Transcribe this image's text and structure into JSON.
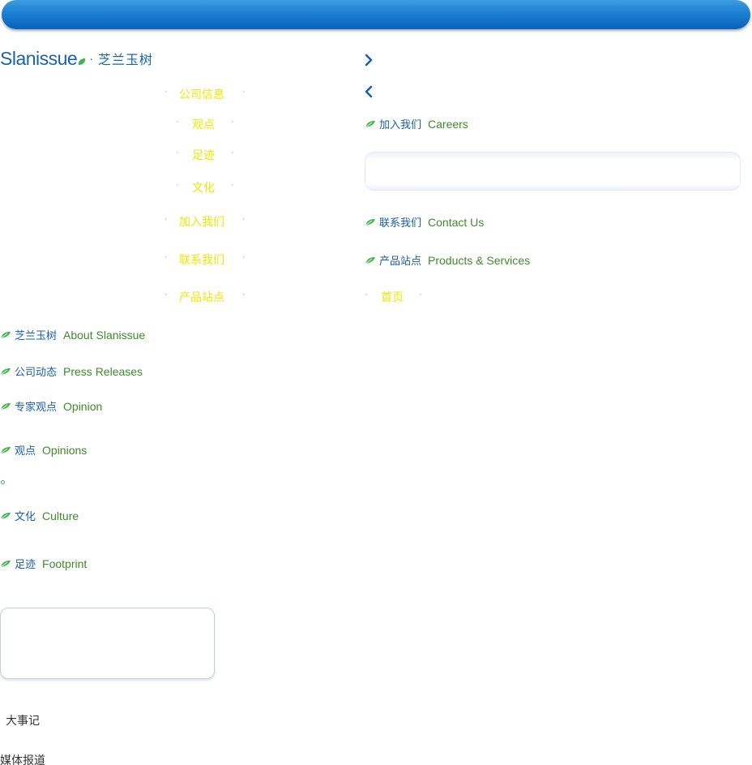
{
  "logo": {
    "en": "Slanissue",
    "cn": "芝兰玉树"
  },
  "arrows": {
    "next": "chevron-right-icon",
    "prev": "chevron-left-icon"
  },
  "center_menu": [
    {
      "label": "公司信息"
    },
    {
      "label": "观点"
    },
    {
      "label": "足迹"
    },
    {
      "label": "文化"
    },
    {
      "label": "加入我们"
    },
    {
      "label": "联系我们"
    },
    {
      "label": "产品站点"
    }
  ],
  "right_menu_home": "首页",
  "right_links": [
    {
      "cn": "加入我们",
      "en": "Careers"
    },
    {
      "cn": "联系我们",
      "en": "Contact Us"
    },
    {
      "cn": "产品站点",
      "en": "Products & Services"
    }
  ],
  "left_links": [
    {
      "cn": "芝兰玉树",
      "en": "About Slanissue"
    },
    {
      "cn": "公司动态",
      "en": "Press Releases"
    },
    {
      "cn": "专家观点",
      "en": "Opinion"
    },
    {
      "cn": "观点",
      "en": "Opinions"
    },
    {
      "cn": "文化",
      "en": "Culture"
    },
    {
      "cn": "足迹",
      "en": "Footprint"
    }
  ],
  "bottom_links": {
    "events": "大事记",
    "media": "媒体报道"
  },
  "colors": {
    "topbar": "#1b7fd2",
    "menu_yellow": "#f2e600",
    "cn_blue": "#1a5fa8",
    "en_green": "#3e8a2a",
    "leaf_green": "#3fb54a"
  }
}
